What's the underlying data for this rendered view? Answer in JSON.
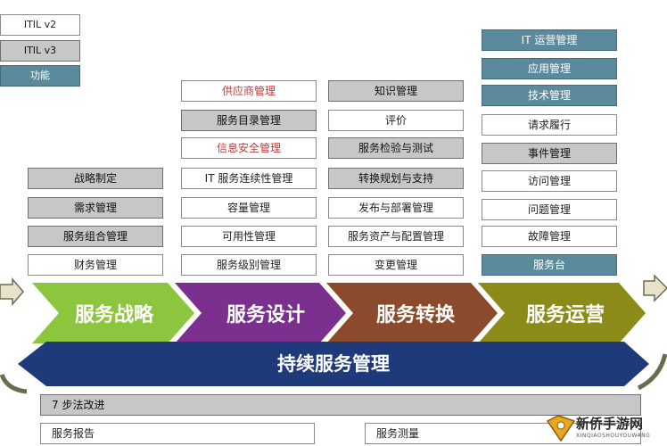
{
  "legend": {
    "itil_v2": "ITIL v2",
    "itil_v3": "ITIL v3",
    "function": "功能"
  },
  "columns": {
    "strategy": [
      "战略制定",
      "需求管理",
      "服务组合管理",
      "财务管理"
    ],
    "design": [
      "供应商管理",
      "服务目录管理",
      "信息安全管理",
      "IT 服务连续性管理",
      "容量管理",
      "可用性管理",
      "服务级别管理"
    ],
    "transition": [
      "知识管理",
      "评价",
      "服务检验与测试",
      "转换规划与支持",
      "发布与部署管理",
      "服务资产与配置管理",
      "变更管理"
    ],
    "operation": [
      "IT 运营管理",
      "应用管理",
      "技术管理",
      "请求履行",
      "事件管理",
      "访问管理",
      "问题管理",
      "故障管理",
      "服务台"
    ]
  },
  "stages": [
    "服务战略",
    "服务设计",
    "服务转换",
    "服务运营"
  ],
  "csi": "持续服务管理",
  "bottom": {
    "seven_step": "7 步法改进",
    "report": "服务报告",
    "measure": "服务测量"
  },
  "watermark": {
    "name": "新侨手游网",
    "sub": "XINQIAOSHOUYOUWANG"
  },
  "colors": {
    "strategy": "#8cc63f",
    "design": "#7b2f8e",
    "transition": "#8b4a2b",
    "operation": "#8b8b1a",
    "csi": "#1f3a7a",
    "function": "#5a8a9c",
    "v2_gray": "#c7c7c7",
    "red_text": "#c0393b"
  }
}
